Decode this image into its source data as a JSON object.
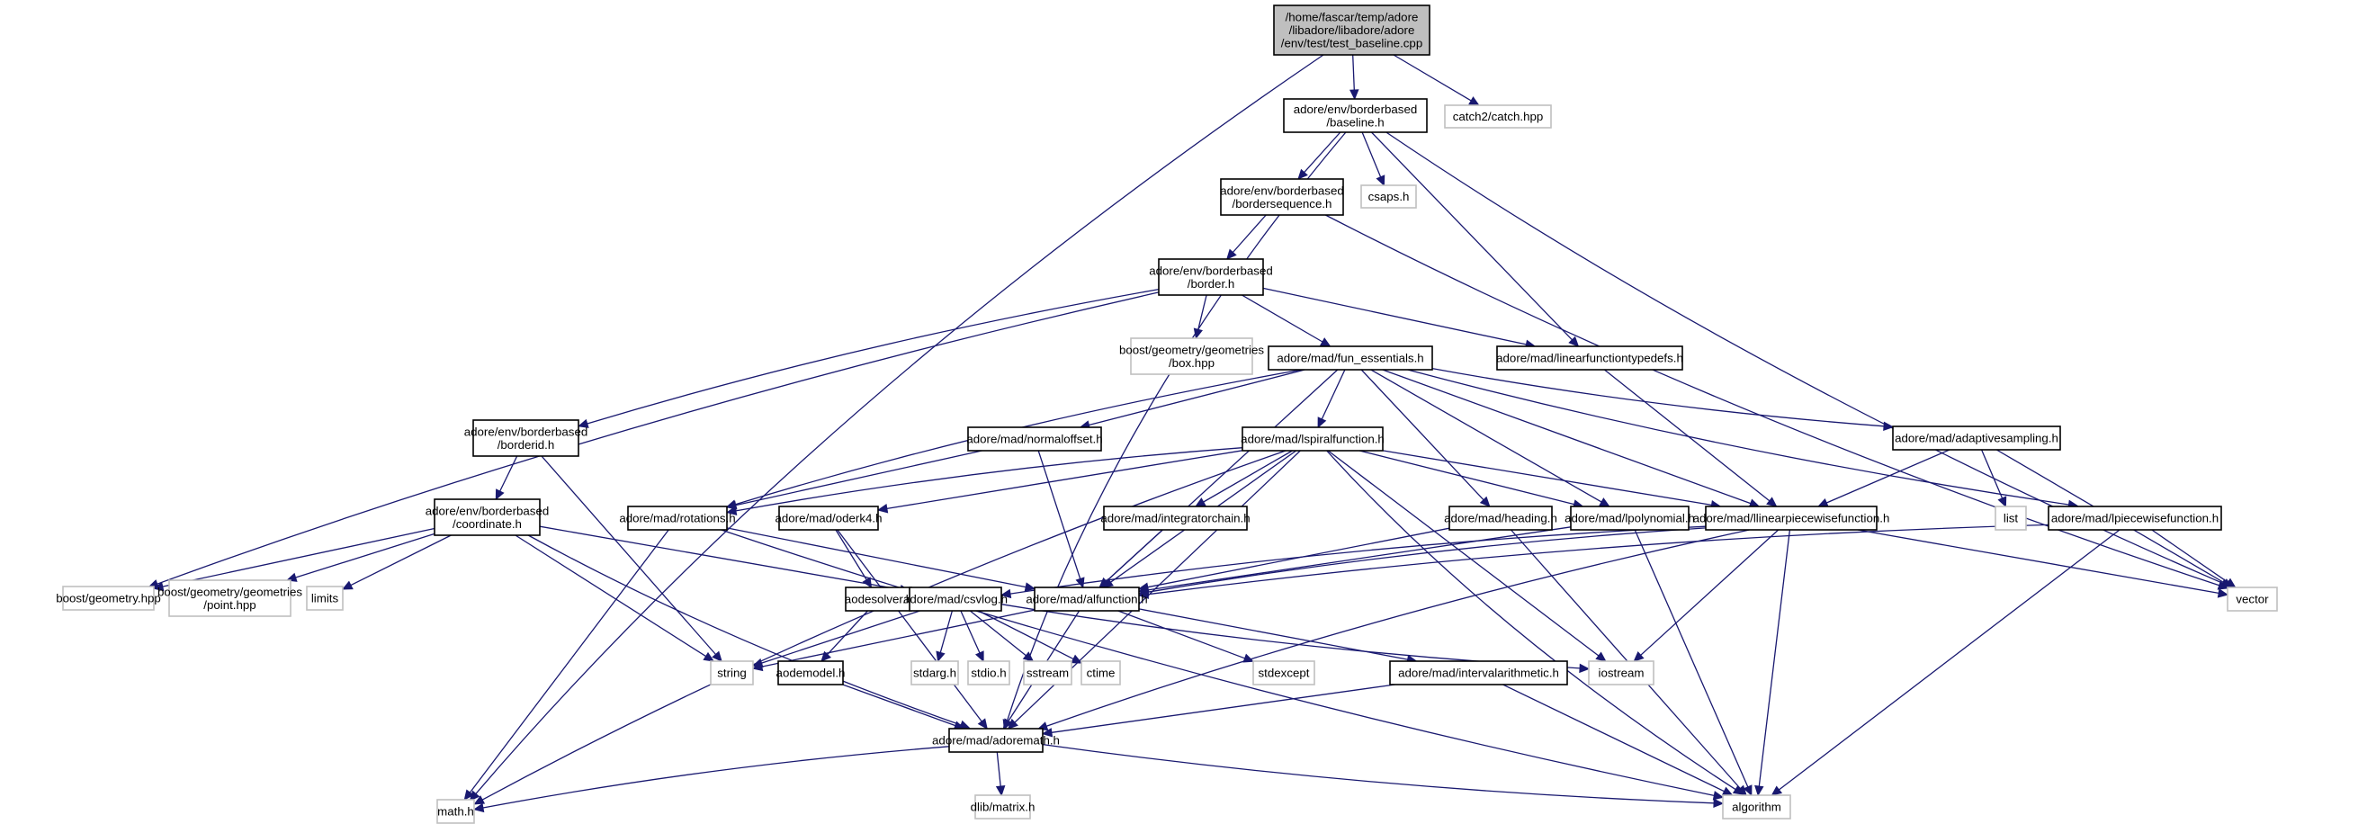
{
  "title": "Include dependency graph for test_baseline.cpp",
  "colors": {
    "edge": "#191970",
    "root_fill": "#bfbfbf",
    "internal_border": "#000000",
    "external_border": "#bfbfbf"
  },
  "nodes": [
    {
      "id": "root",
      "lines": [
        "/home/fascar/temp/adore",
        "/libadore/libadore/adore",
        "/env/test/test_baseline.cpp"
      ],
      "kind": "root"
    },
    {
      "id": "baseline",
      "lines": [
        "adore/env/borderbased",
        "/baseline.h"
      ],
      "kind": "internal"
    },
    {
      "id": "catch",
      "lines": [
        "catch2/catch.hpp"
      ],
      "kind": "external"
    },
    {
      "id": "bordersequence",
      "lines": [
        "adore/env/borderbased",
        "/bordersequence.h"
      ],
      "kind": "internal"
    },
    {
      "id": "csaps",
      "lines": [
        "csaps.h"
      ],
      "kind": "external"
    },
    {
      "id": "border",
      "lines": [
        "adore/env/borderbased",
        "/border.h"
      ],
      "kind": "internal"
    },
    {
      "id": "boxhpp",
      "lines": [
        "boost/geometry/geometries",
        "/box.hpp"
      ],
      "kind": "external"
    },
    {
      "id": "fun_essentials",
      "lines": [
        "adore/mad/fun_essentials.h"
      ],
      "kind": "internal"
    },
    {
      "id": "lineartypedefs",
      "lines": [
        "adore/mad/linearfunctiontypedefs.h"
      ],
      "kind": "internal"
    },
    {
      "id": "borderid",
      "lines": [
        "adore/env/borderbased",
        "/borderid.h"
      ],
      "kind": "internal"
    },
    {
      "id": "normaloffset",
      "lines": [
        "adore/mad/normaloffset.h"
      ],
      "kind": "internal"
    },
    {
      "id": "lspiral",
      "lines": [
        "adore/mad/lspiralfunction.h"
      ],
      "kind": "internal"
    },
    {
      "id": "adaptivesampling",
      "lines": [
        "adore/mad/adaptivesampling.h"
      ],
      "kind": "internal"
    },
    {
      "id": "coordinate",
      "lines": [
        "adore/env/borderbased",
        "/coordinate.h"
      ],
      "kind": "internal"
    },
    {
      "id": "rotations",
      "lines": [
        "adore/mad/rotations.h"
      ],
      "kind": "internal"
    },
    {
      "id": "oderk4",
      "lines": [
        "adore/mad/oderk4.h"
      ],
      "kind": "internal"
    },
    {
      "id": "integratorchain",
      "lines": [
        "adore/mad/integratorchain.h"
      ],
      "kind": "internal"
    },
    {
      "id": "heading",
      "lines": [
        "adore/mad/heading.h"
      ],
      "kind": "internal"
    },
    {
      "id": "lpolynomial",
      "lines": [
        "adore/mad/lpolynomial.h"
      ],
      "kind": "internal"
    },
    {
      "id": "llinearpw",
      "lines": [
        "adore/mad/llinearpiecewisefunction.h"
      ],
      "kind": "internal"
    },
    {
      "id": "list",
      "lines": [
        "list"
      ],
      "kind": "external"
    },
    {
      "id": "lpiecewise",
      "lines": [
        "adore/mad/lpiecewisefunction.h"
      ],
      "kind": "internal"
    },
    {
      "id": "boostgeom",
      "lines": [
        "boost/geometry.hpp"
      ],
      "kind": "external"
    },
    {
      "id": "pointhpp",
      "lines": [
        "boost/geometry/geometries",
        "/point.hpp"
      ],
      "kind": "external"
    },
    {
      "id": "limits",
      "lines": [
        "limits"
      ],
      "kind": "external"
    },
    {
      "id": "aodesolver",
      "lines": [
        "aodesolver.h"
      ],
      "kind": "internal"
    },
    {
      "id": "csvlog",
      "lines": [
        "adore/mad/csvlog.h"
      ],
      "kind": "internal"
    },
    {
      "id": "alfunction",
      "lines": [
        "adore/mad/alfunction.h"
      ],
      "kind": "internal"
    },
    {
      "id": "vector",
      "lines": [
        "vector"
      ],
      "kind": "external"
    },
    {
      "id": "string",
      "lines": [
        "string"
      ],
      "kind": "external"
    },
    {
      "id": "aodemodel",
      "lines": [
        "aodemodel.h"
      ],
      "kind": "internal"
    },
    {
      "id": "stdarg",
      "lines": [
        "stdarg.h"
      ],
      "kind": "external"
    },
    {
      "id": "stdio",
      "lines": [
        "stdio.h"
      ],
      "kind": "external"
    },
    {
      "id": "sstream",
      "lines": [
        "sstream"
      ],
      "kind": "external"
    },
    {
      "id": "ctime",
      "lines": [
        "ctime"
      ],
      "kind": "external"
    },
    {
      "id": "stdexcept",
      "lines": [
        "stdexcept"
      ],
      "kind": "external"
    },
    {
      "id": "intervalarith",
      "lines": [
        "adore/mad/intervalarithmetic.h"
      ],
      "kind": "internal"
    },
    {
      "id": "iostream",
      "lines": [
        "iostream"
      ],
      "kind": "external"
    },
    {
      "id": "adoremath",
      "lines": [
        "adore/mad/adoremath.h"
      ],
      "kind": "internal"
    },
    {
      "id": "mathh",
      "lines": [
        "math.h"
      ],
      "kind": "external"
    },
    {
      "id": "dlibmatrix",
      "lines": [
        "dlib/matrix.h"
      ],
      "kind": "external"
    },
    {
      "id": "algorithm",
      "lines": [
        "algorithm"
      ],
      "kind": "external"
    }
  ],
  "edges": [
    [
      "root",
      "baseline"
    ],
    [
      "root",
      "catch"
    ],
    [
      "root",
      "mathh"
    ],
    [
      "baseline",
      "bordersequence"
    ],
    [
      "baseline",
      "csaps"
    ],
    [
      "baseline",
      "lineartypedefs"
    ],
    [
      "baseline",
      "vector"
    ],
    [
      "baseline",
      "adoremath"
    ],
    [
      "bordersequence",
      "border"
    ],
    [
      "bordersequence",
      "vector"
    ],
    [
      "border",
      "boxhpp"
    ],
    [
      "border",
      "fun_essentials"
    ],
    [
      "border",
      "lineartypedefs"
    ],
    [
      "border",
      "borderid"
    ],
    [
      "border",
      "boostgeom"
    ],
    [
      "lineartypedefs",
      "llinearpw"
    ],
    [
      "fun_essentials",
      "normaloffset"
    ],
    [
      "fun_essentials",
      "lspiral"
    ],
    [
      "fun_essentials",
      "adaptivesampling"
    ],
    [
      "fun_essentials",
      "rotations"
    ],
    [
      "fun_essentials",
      "heading"
    ],
    [
      "fun_essentials",
      "lpolynomial"
    ],
    [
      "fun_essentials",
      "llinearpw"
    ],
    [
      "fun_essentials",
      "lpiecewise"
    ],
    [
      "fun_essentials",
      "alfunction"
    ],
    [
      "borderid",
      "coordinate"
    ],
    [
      "borderid",
      "string"
    ],
    [
      "normaloffset",
      "rotations"
    ],
    [
      "normaloffset",
      "alfunction"
    ],
    [
      "lspiral",
      "rotations"
    ],
    [
      "lspiral",
      "oderk4"
    ],
    [
      "lspiral",
      "integratorchain"
    ],
    [
      "lspiral",
      "lpolynomial"
    ],
    [
      "lspiral",
      "llinearpw"
    ],
    [
      "lspiral",
      "alfunction"
    ],
    [
      "lspiral",
      "iostream"
    ],
    [
      "lspiral",
      "algorithm"
    ],
    [
      "lspiral",
      "adoremath"
    ],
    [
      "lspiral",
      "mathh"
    ],
    [
      "adaptivesampling",
      "llinearpw"
    ],
    [
      "adaptivesampling",
      "list"
    ],
    [
      "adaptivesampling",
      "vector"
    ],
    [
      "coordinate",
      "boostgeom"
    ],
    [
      "coordinate",
      "pointhpp"
    ],
    [
      "coordinate",
      "limits"
    ],
    [
      "coordinate",
      "string"
    ],
    [
      "coordinate",
      "adoremath"
    ],
    [
      "coordinate",
      "csvlog"
    ],
    [
      "rotations",
      "mathh"
    ],
    [
      "rotations",
      "algorithm"
    ],
    [
      "rotations",
      "alfunction"
    ],
    [
      "oderk4",
      "aodesolver"
    ],
    [
      "oderk4",
      "adoremath"
    ],
    [
      "integratorchain",
      "alfunction"
    ],
    [
      "heading",
      "alfunction"
    ],
    [
      "heading",
      "algorithm"
    ],
    [
      "lpolynomial",
      "alfunction"
    ],
    [
      "lpolynomial",
      "algorithm"
    ],
    [
      "llinearpw",
      "alfunction"
    ],
    [
      "llinearpw",
      "csvlog"
    ],
    [
      "llinearpw",
      "vector"
    ],
    [
      "llinearpw",
      "iostream"
    ],
    [
      "llinearpw",
      "algorithm"
    ],
    [
      "llinearpw",
      "adoremath"
    ],
    [
      "lpiecewise",
      "alfunction"
    ],
    [
      "lpiecewise",
      "vector"
    ],
    [
      "lpiecewise",
      "algorithm"
    ],
    [
      "aodesolver",
      "aodemodel"
    ],
    [
      "csvlog",
      "string"
    ],
    [
      "csvlog",
      "stdarg"
    ],
    [
      "csvlog",
      "stdio"
    ],
    [
      "csvlog",
      "sstream"
    ],
    [
      "csvlog",
      "ctime"
    ],
    [
      "csvlog",
      "iostream"
    ],
    [
      "alfunction",
      "string"
    ],
    [
      "alfunction",
      "stdexcept"
    ],
    [
      "alfunction",
      "intervalarith"
    ],
    [
      "alfunction",
      "adoremath"
    ],
    [
      "aodemodel",
      "adoremath"
    ],
    [
      "intervalarith",
      "adoremath"
    ],
    [
      "intervalarith",
      "algorithm"
    ],
    [
      "adoremath",
      "mathh"
    ],
    [
      "adoremath",
      "dlibmatrix"
    ],
    [
      "adoremath",
      "algorithm"
    ]
  ]
}
